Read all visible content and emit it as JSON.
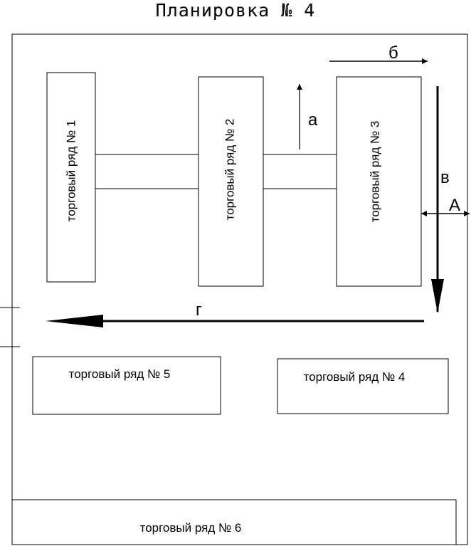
{
  "title": "Планировка № 4",
  "rows": {
    "r1": "торговый ряд № 1",
    "r2": "торговый ряд № 2",
    "r3": "торговый ряд № 3",
    "r4": "торговый ряд № 4",
    "r5": "торговый ряд № 5",
    "r6": "торговый ряд № 6"
  },
  "arrows": {
    "a": "а",
    "b": "б",
    "v": "в",
    "g": "г",
    "A": "А"
  }
}
